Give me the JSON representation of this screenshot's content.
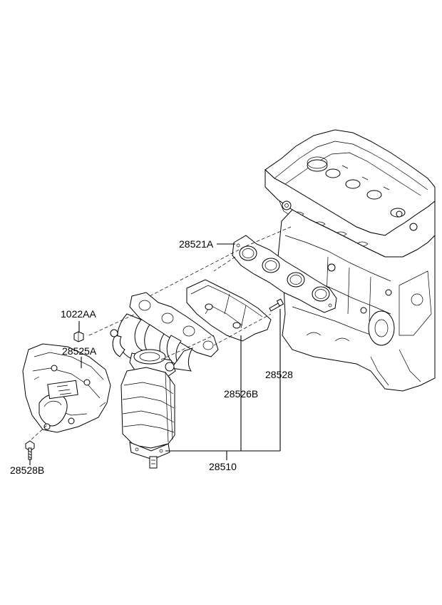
{
  "diagram": {
    "labels": {
      "gasket": "28521A",
      "nut": "1022AA",
      "heat_protector": "28525A",
      "stud_bolt": "28528",
      "heat_protector_lower": "28526B",
      "manifold_assembly": "28510",
      "bolt": "28528B"
    }
  }
}
